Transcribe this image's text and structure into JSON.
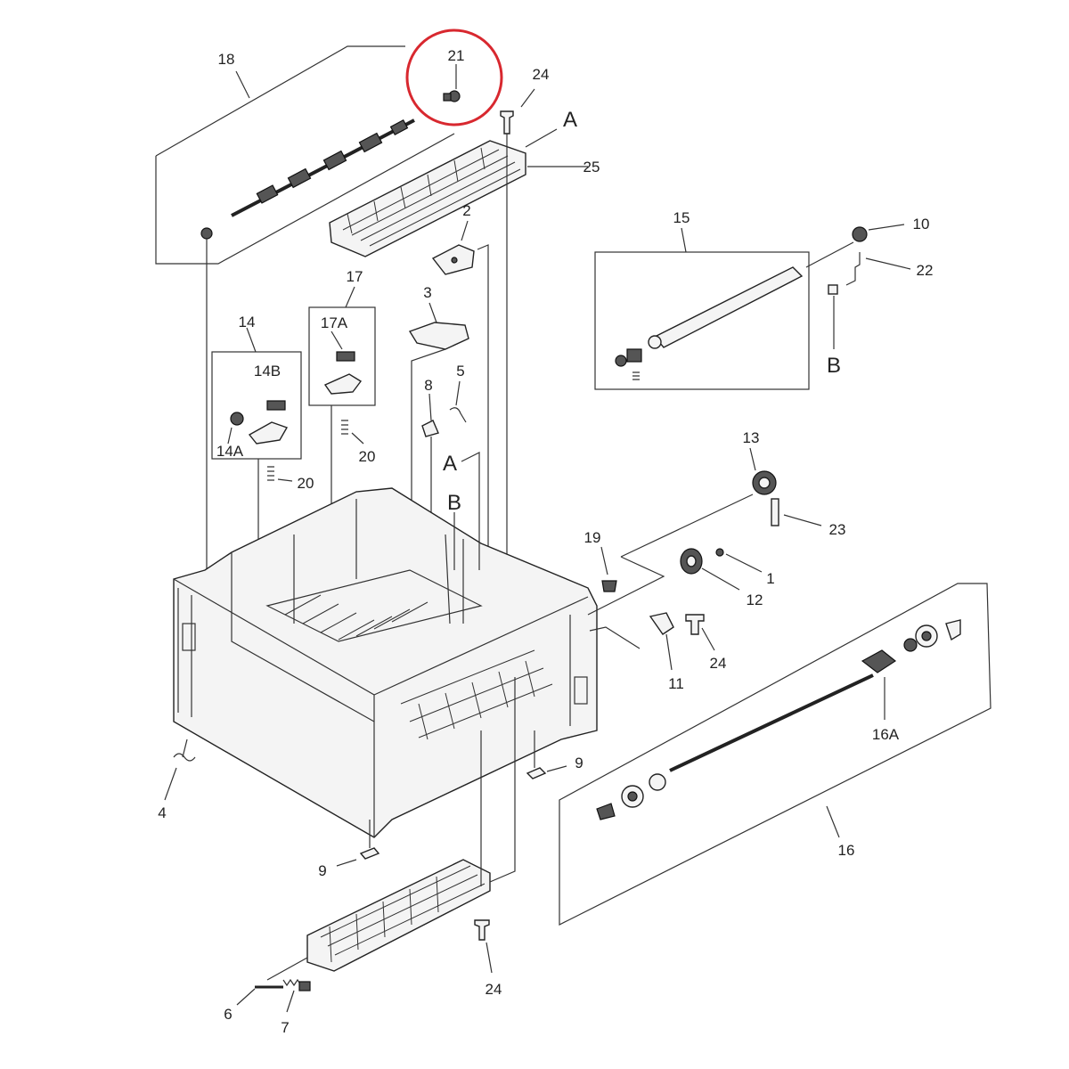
{
  "highlight_color": "#d8282f",
  "labels": {
    "l1": "1",
    "l2": "2",
    "l3": "3",
    "l4": "4",
    "l5": "5",
    "l6": "6",
    "l7": "7",
    "l8": "8",
    "l9a": "9",
    "l9b": "9",
    "l10": "10",
    "l11": "11",
    "l12": "12",
    "l13": "13",
    "l14": "14",
    "l14a": "14A",
    "l14b": "14B",
    "l15": "15",
    "l16": "16",
    "l16a": "16A",
    "l17": "17",
    "l17a": "17A",
    "l18": "18",
    "l19": "19",
    "l20a": "20",
    "l20b": "20",
    "l21": "21",
    "l22": "22",
    "l23": "23",
    "l24a": "24",
    "l24b": "24",
    "l24c": "24",
    "l25": "25",
    "refA1": "A",
    "refA2": "A",
    "refB1": "B",
    "refB2": "B"
  }
}
